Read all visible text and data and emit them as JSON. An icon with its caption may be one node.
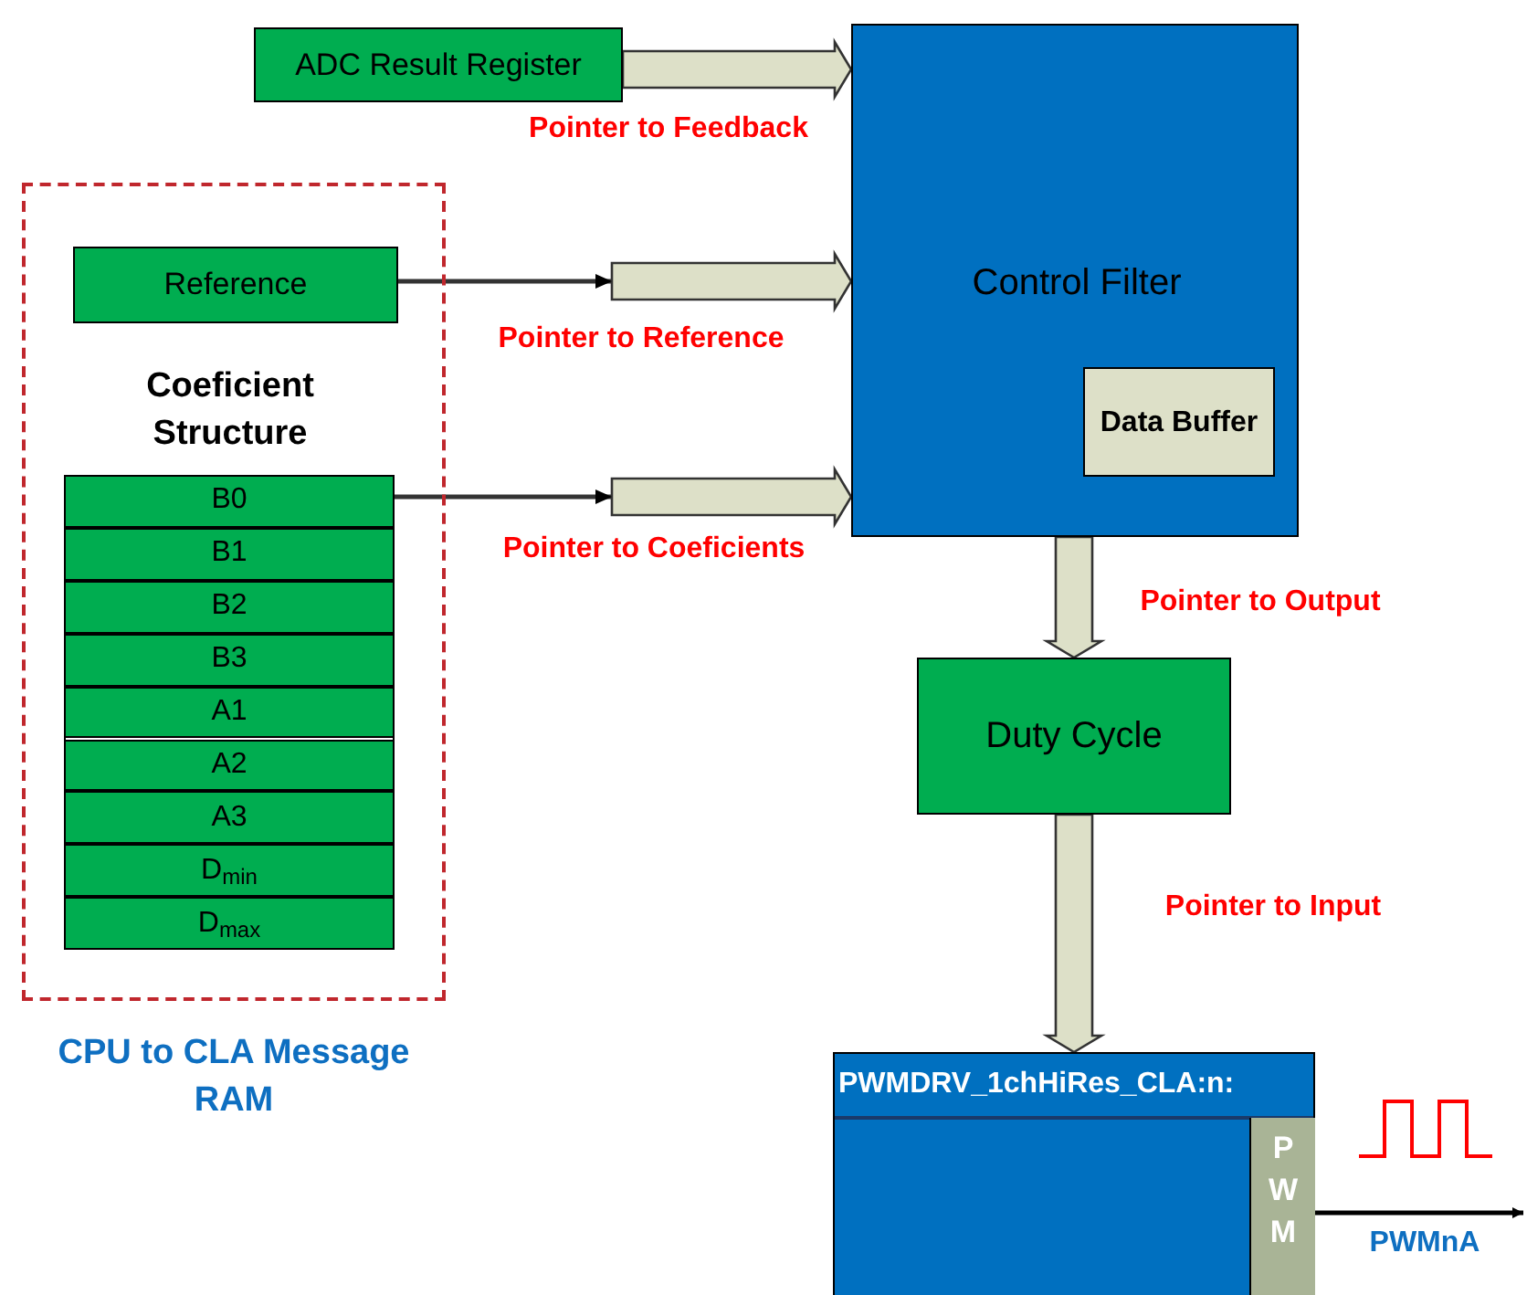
{
  "diagram": {
    "nodes": [
      {
        "text": [
          "ADC Result Register"
        ]
      },
      {
        "text": [
          "CPU to CLA Message RAM"
        ]
      },
      {
        "text": [
          "Reference"
        ],
        "in": 1
      },
      {
        "text": [
          "Coeficient Structure"
        ],
        "in": 1
      },
      {
        "text": [
          "B0"
        ],
        "in": 3
      },
      {
        "text": [
          "B1"
        ],
        "in": 3
      },
      {
        "text": [
          "B2"
        ],
        "in": 3
      },
      {
        "text": [
          "B3"
        ],
        "in": 3
      },
      {
        "text": [
          "A1"
        ],
        "in": 3
      },
      {
        "text": [
          "A2"
        ],
        "in": 3
      },
      {
        "text": [
          "A3"
        ],
        "in": 3
      },
      {
        "text": [
          "D$_{min}$"
        ],
        "in": 3
      },
      {
        "text": [
          "D$_{max}$"
        ],
        "in": 3
      },
      {
        "text": [
          "Control Filter"
        ]
      },
      {
        "text": [
          "Data Buffer"
        ],
        "in": 13
      },
      {
        "text": [
          "Duty Cycle"
        ]
      },
      {
        "text": [
          "PWMDRV_1chHiRes_CLA:n:"
        ]
      },
      {
        "text": [
          "PWM"
        ],
        "in": 16
      }
    ],
    "edges": [
      {
        "from": 0,
        "to": 13,
        "arrow": "to",
        "label": "Pointer to Feedback",
        "style": "thick"
      },
      {
        "from": 2,
        "to": 13,
        "arrow": "to",
        "label": "Pointer to Reference",
        "style": "thick"
      },
      {
        "from": 4,
        "to": 13,
        "arrow": "to",
        "label": "Pointer to Coeficients",
        "style": "thick"
      },
      {
        "from": 13,
        "to": 15,
        "arrow": "to",
        "label": "Pointer to Output",
        "style": "thick"
      },
      {
        "from": 15,
        "to": 16,
        "arrow": "to",
        "label": "Pointer to Input",
        "style": "thick"
      },
      {
        "from": 17,
        "to": null,
        "arrow": "to",
        "label": "PWMnA"
      }
    ]
  }
}
